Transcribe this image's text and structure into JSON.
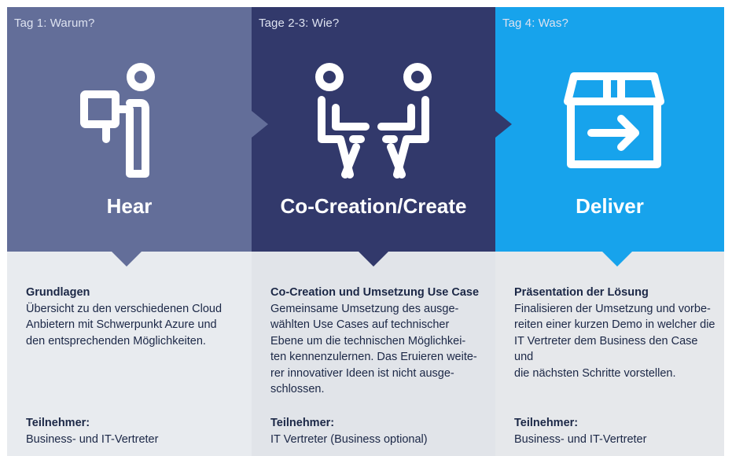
{
  "columns": [
    {
      "day": "Tag 1: Warum?",
      "phase": "Hear",
      "color": "#636e99",
      "icon": "person-presenting-icon",
      "title": "Grundlagen",
      "lines": [
        "Übersicht zu den verschiedenen Cloud",
        "Anbietern mit Schwerpunkt Azure und",
        "den entsprechenden Möglichkeiten."
      ],
      "participants_label": "Teilnehmer:",
      "participants": "Business- und IT-Vertreter"
    },
    {
      "day": "Tage 2-3: Wie?",
      "phase": "Co-Creation/Create",
      "color": "#32396b",
      "icon": "two-people-collaborating-icon",
      "title": "Co-Creation und Umsetzung Use Case",
      "lines": [
        "Gemeinsame Umsetzung des ausge-",
        "wählten Use Cases auf technischer",
        "Ebene um die technischen Möglichkei-",
        "ten kennenzulernen. Das Eruieren weite-",
        "rer innovativer Ideen ist nicht ausge-",
        "schlossen."
      ],
      "participants_label": "Teilnehmer:",
      "participants": "IT Vertreter (Business optional)"
    },
    {
      "day": "Tag 4: Was?",
      "phase": "Deliver",
      "color": "#17a3ec",
      "icon": "delivery-box-arrow-icon",
      "title": "Präsentation der Lösung",
      "lines": [
        "Finalisieren der Umsetzung und vorbe-",
        "reiten einer kurzen Demo in welcher die",
        "IT Vertreter dem Business den Case und",
        "die nächsten Schritte vorstellen."
      ],
      "participants_label": "Teilnehmer:",
      "participants": "Business- und IT-Vertreter"
    }
  ]
}
